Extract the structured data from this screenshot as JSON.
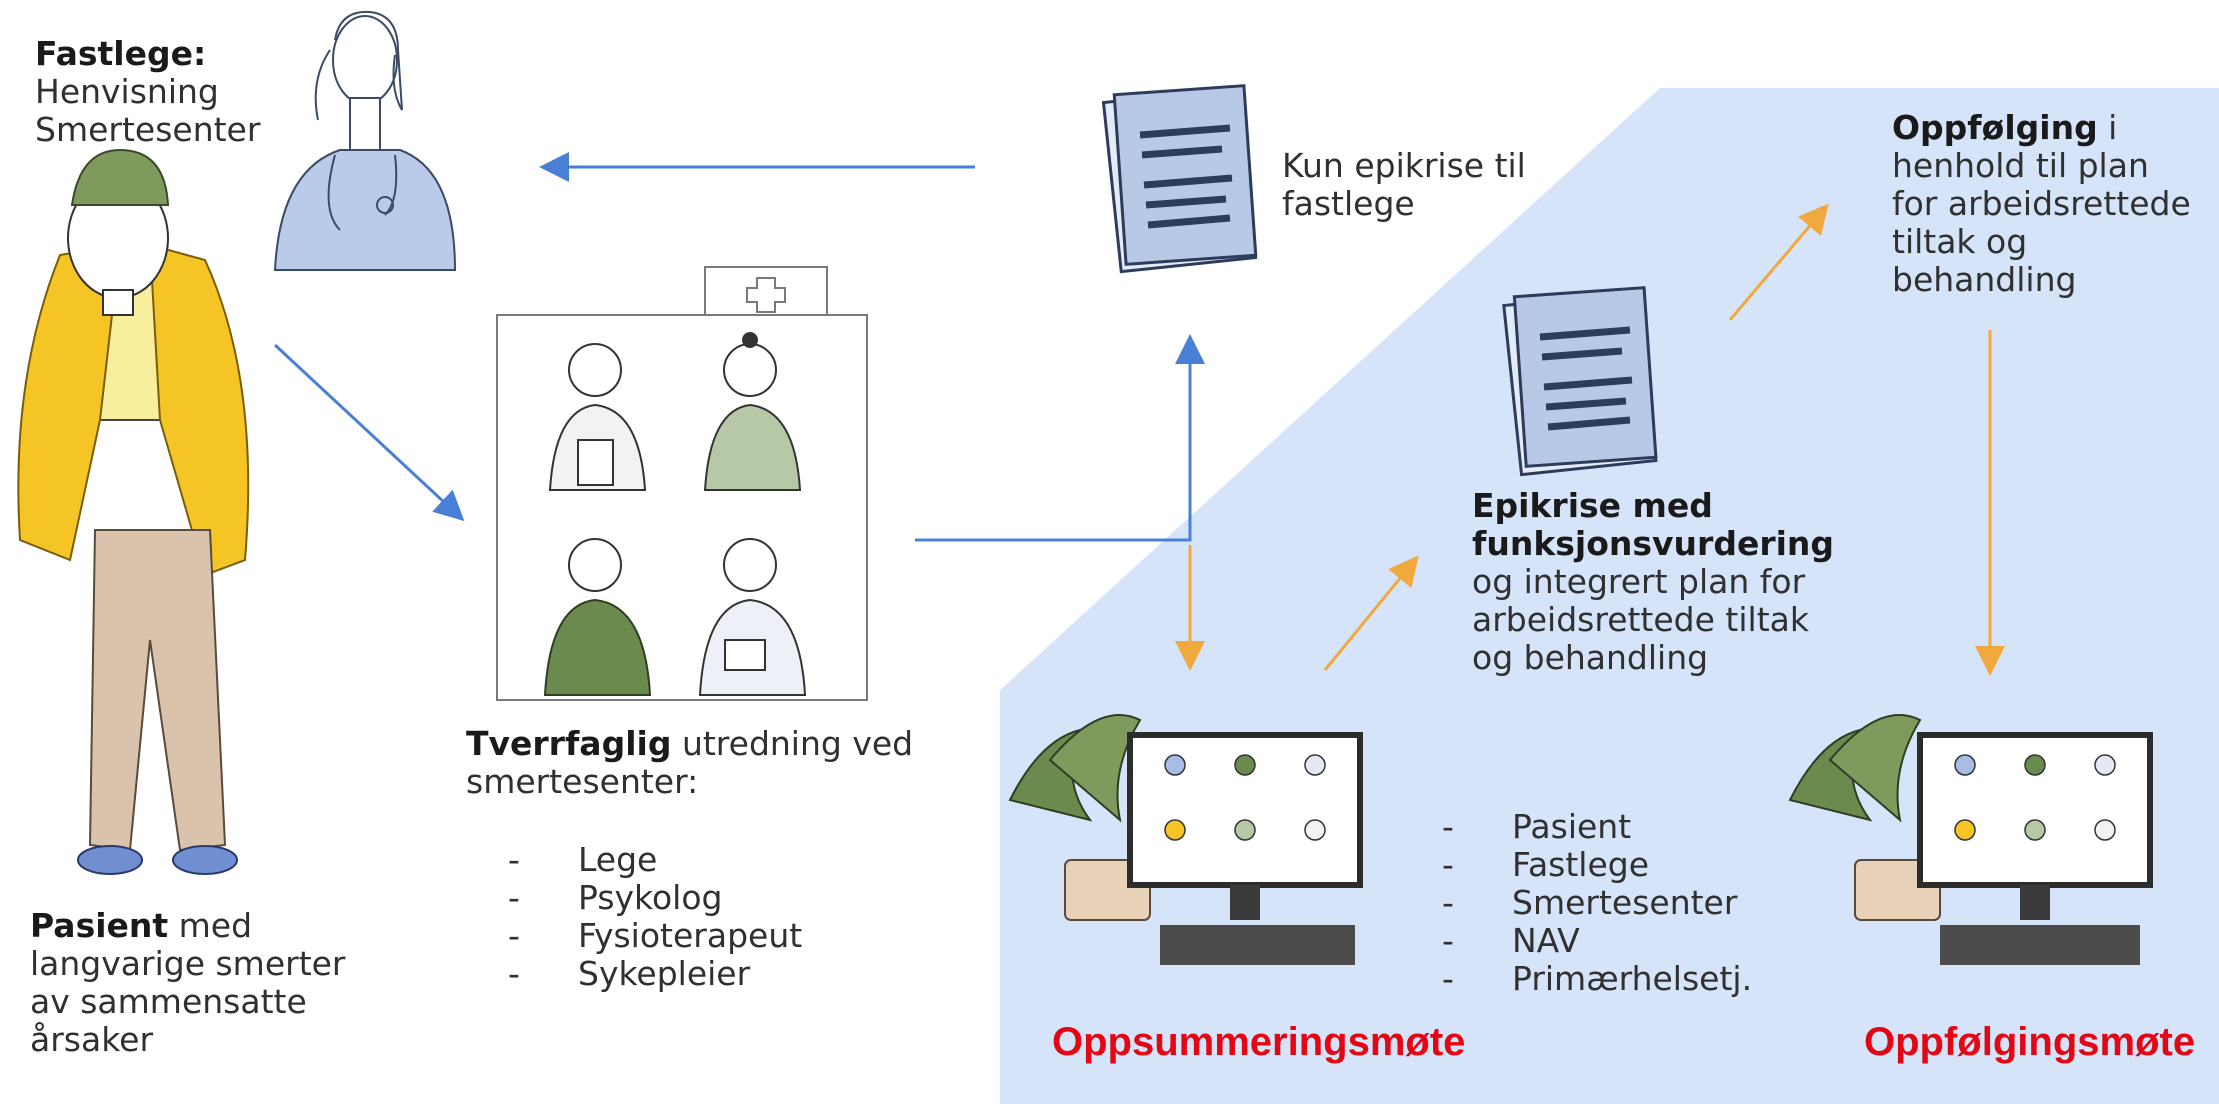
{
  "fastlege": {
    "title": "Fastlege:",
    "line1": "Henvisning",
    "line2": "Smertesenter"
  },
  "pasient": {
    "bold": "Pasient",
    "rest": " med",
    "line2": "langvarige smerter",
    "line3": "av sammensatte",
    "line4": "årsaker"
  },
  "tverrfaglig": {
    "bold": "Tverrfaglig",
    "rest": " utredning ved",
    "line2": "smertesenter:",
    "members": [
      "Lege",
      "Psykolog",
      "Fysioterapeut",
      "Sykepleier"
    ]
  },
  "kun_epikrise": {
    "line1": "Kun epikrise til",
    "line2": "fastlege"
  },
  "epikrise": {
    "bold1": "Epikrise med",
    "bold2": "funksjonsvurdering",
    "line3": "og integrert plan for",
    "line4": "arbeidsrettede tiltak",
    "line5": "og behandling"
  },
  "oppfolging": {
    "bold": "Oppfølging",
    "rest": " i",
    "line2": "henhold til plan",
    "line3": "for arbeidsrettede",
    "line4": "tiltak og",
    "line5": "behandling"
  },
  "participants": [
    "Pasient",
    "Fastlege",
    "Smertesenter",
    "NAV",
    "Primærhelsetj."
  ],
  "meetings": {
    "summary": "Oppsummeringsmøte",
    "followup": "Oppfølgingsmøte"
  },
  "colors": {
    "blue_arrow": "#4a7fd6",
    "orange_arrow": "#f0a93c",
    "panel": "#d6e4fa",
    "red_title": "#e30613"
  }
}
